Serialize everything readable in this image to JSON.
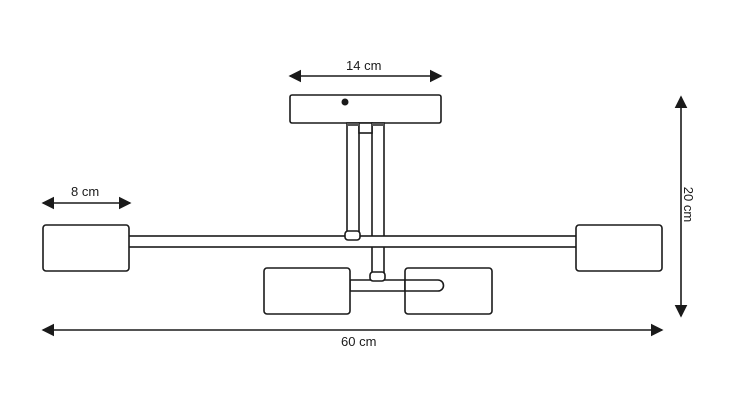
{
  "dimensions": {
    "canopy_width": "14 cm",
    "shade_width": "8 cm",
    "total_width": "60 cm",
    "total_height": "20 cm"
  }
}
